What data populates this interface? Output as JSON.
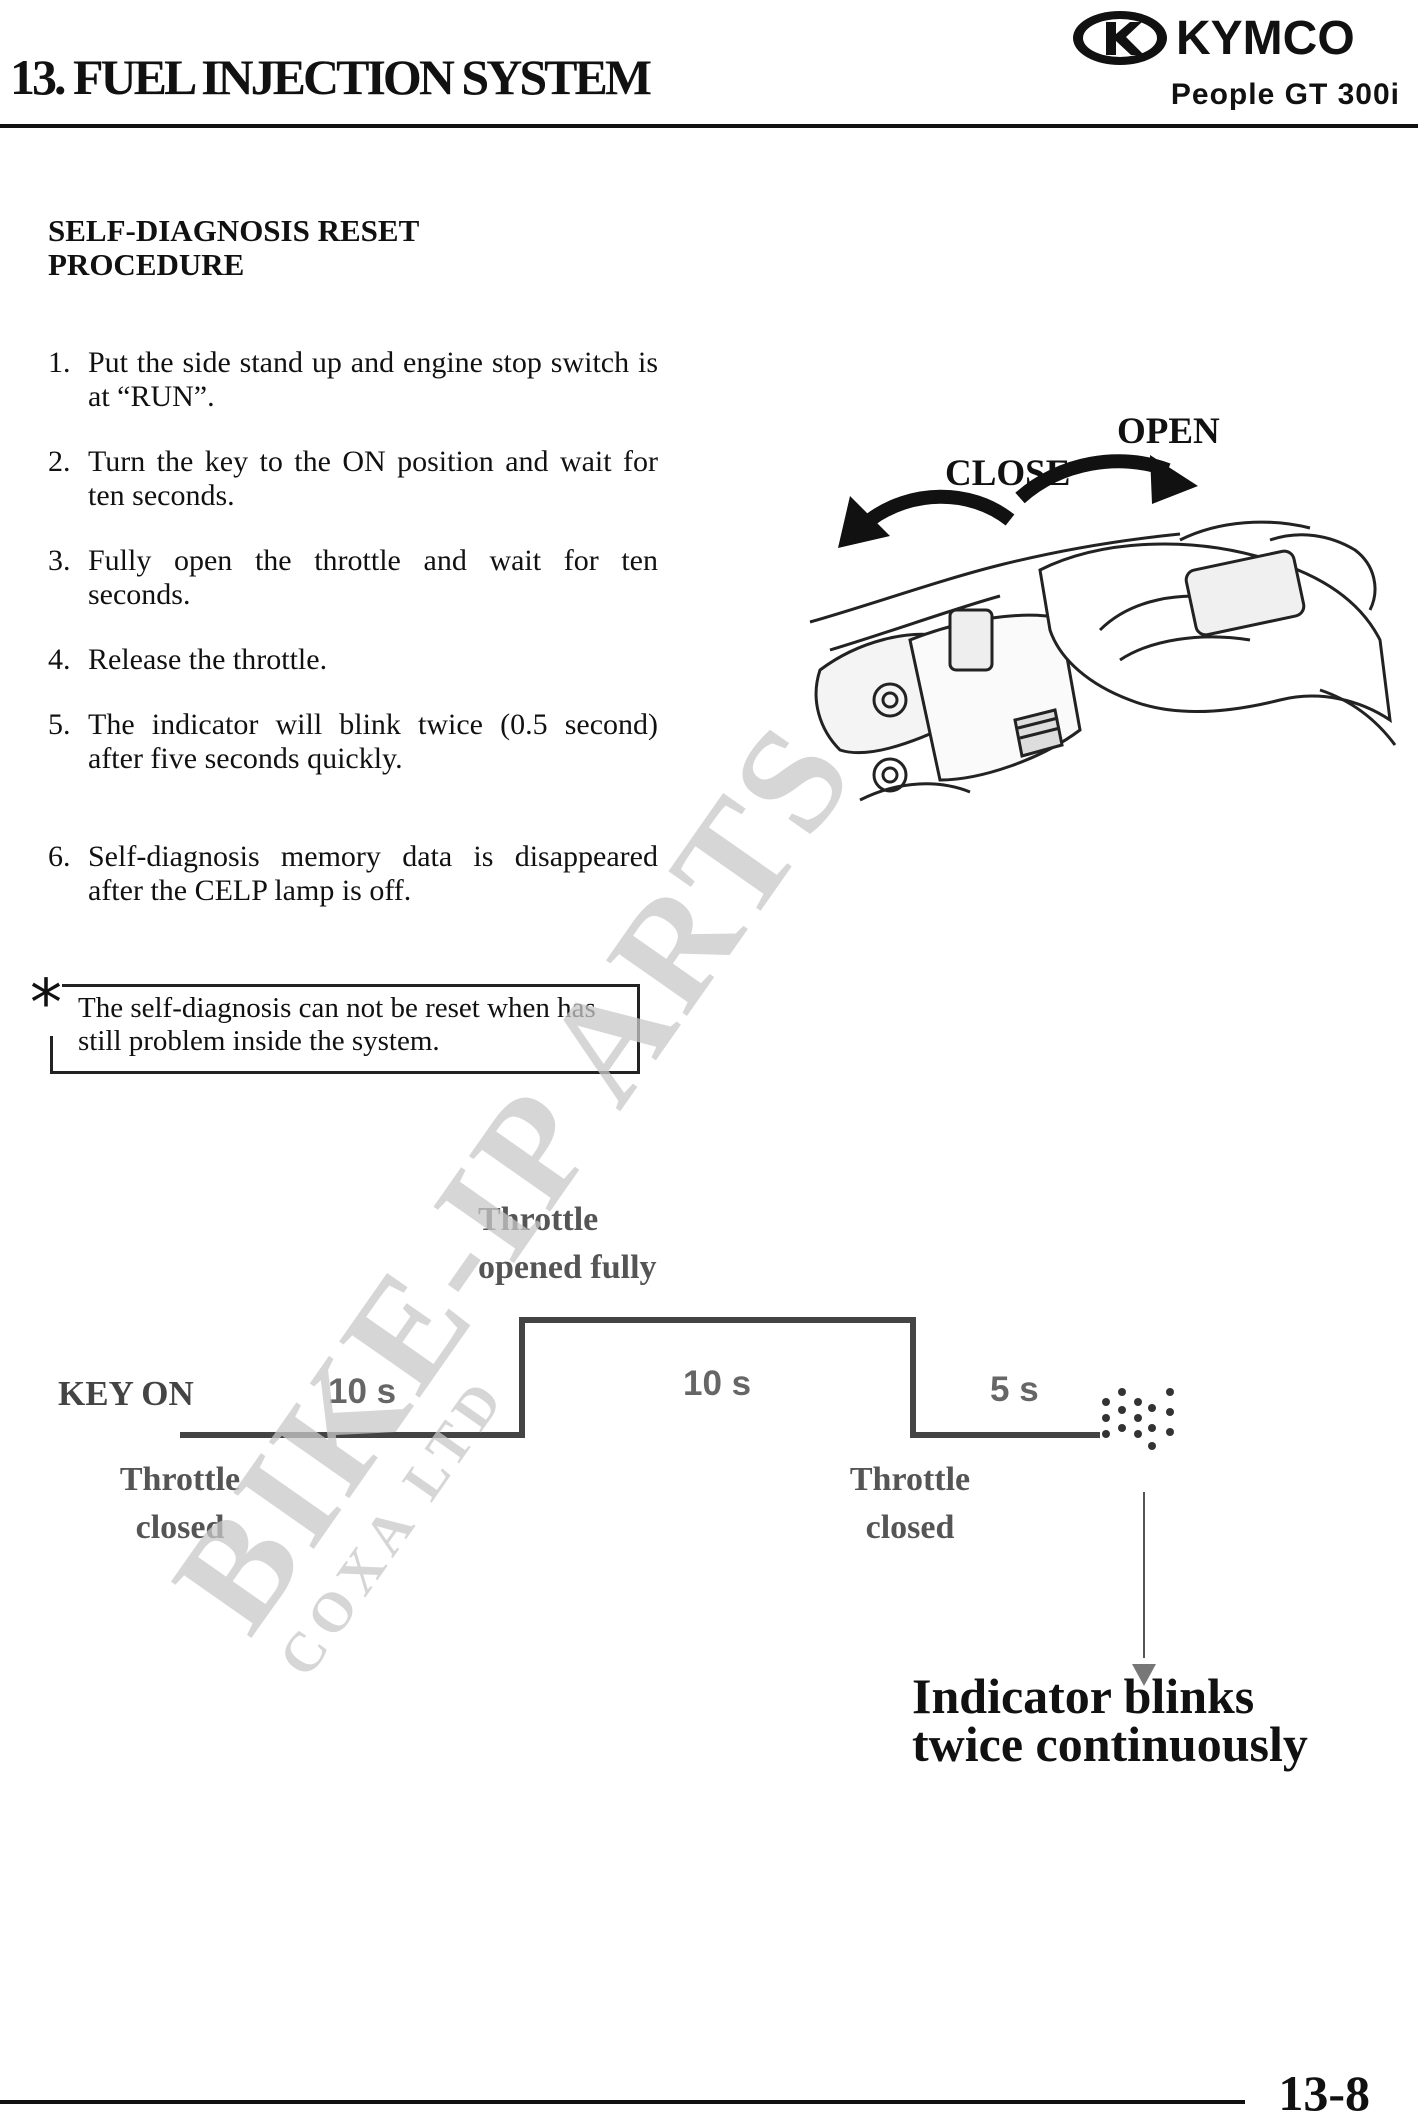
{
  "header": {
    "chapter_title": "13. FUEL INJECTION SYSTEM",
    "brand": "KYMCO",
    "model": "People GT 300i"
  },
  "section": {
    "heading_line1": "SELF-DIAGNOSIS RESET",
    "heading_line2": "PROCEDURE"
  },
  "steps": [
    {
      "num": "1.",
      "text": "Put the side stand up and engine stop switch is at “RUN”."
    },
    {
      "num": "2.",
      "text": "Turn the key to the ON position and wait for ten seconds."
    },
    {
      "num": "3.",
      "text": "Fully open the throttle and wait for ten seconds."
    },
    {
      "num": "4.",
      "text": "Release the throttle."
    },
    {
      "num": "5.",
      "text": "The indicator will blink twice (0.5 second) after five seconds quickly."
    },
    {
      "num": "6.",
      "text": "Self-diagnosis memory data is disappeared after the CELP lamp is off."
    }
  ],
  "note": {
    "symbol": "*",
    "text": "The self-diagnosis can not be reset when has still problem inside the system."
  },
  "illustration": {
    "open_label": "OPEN",
    "close_label": "CLOSE",
    "icon": "throttle-grip-illustration"
  },
  "diagram": {
    "key_on": "KEY ON",
    "throttle_opened_line1": "Throttle",
    "throttle_opened_line2": "opened fully",
    "throttle_closed_1_line1": "Throttle",
    "throttle_closed_1_line2": "closed",
    "throttle_closed_2_line1": "Throttle",
    "throttle_closed_2_line2": "closed",
    "dur_1": "10 s",
    "dur_2": "10 s",
    "dur_3": "5 s",
    "indicator_line1": "Indicator blinks",
    "indicator_line2": "twice continuously"
  },
  "watermark": {
    "main": "BIKE-IP ARTS",
    "sub": "COXA LTD"
  },
  "footer": {
    "page_number": "13-8"
  },
  "colors": {
    "text": "#111111",
    "diagram_line": "#444444",
    "watermark": "#c8c8c8"
  }
}
